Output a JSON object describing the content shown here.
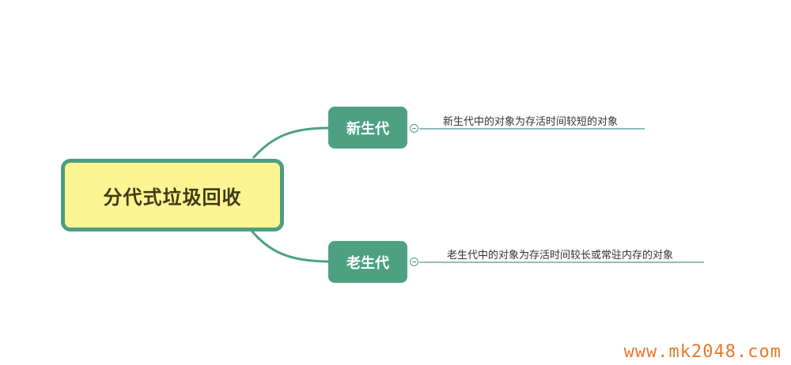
{
  "mindmap": {
    "root": {
      "label": "分代式垃圾回收"
    },
    "children": [
      {
        "label": "新生代",
        "detail": "新生代中的对象为存活时间较短的对象"
      },
      {
        "label": "老生代",
        "detail": "老生代中的对象为存活时间较长或常驻内存的对象"
      }
    ]
  },
  "watermark": "www.mk2048.com",
  "colors": {
    "root_fill": "#fdf493",
    "root_border": "#4d9e80",
    "child_fill": "#4da182",
    "connector": "#4da182",
    "leaf_line": "#6fa9a5",
    "watermark": "#e8792b"
  }
}
